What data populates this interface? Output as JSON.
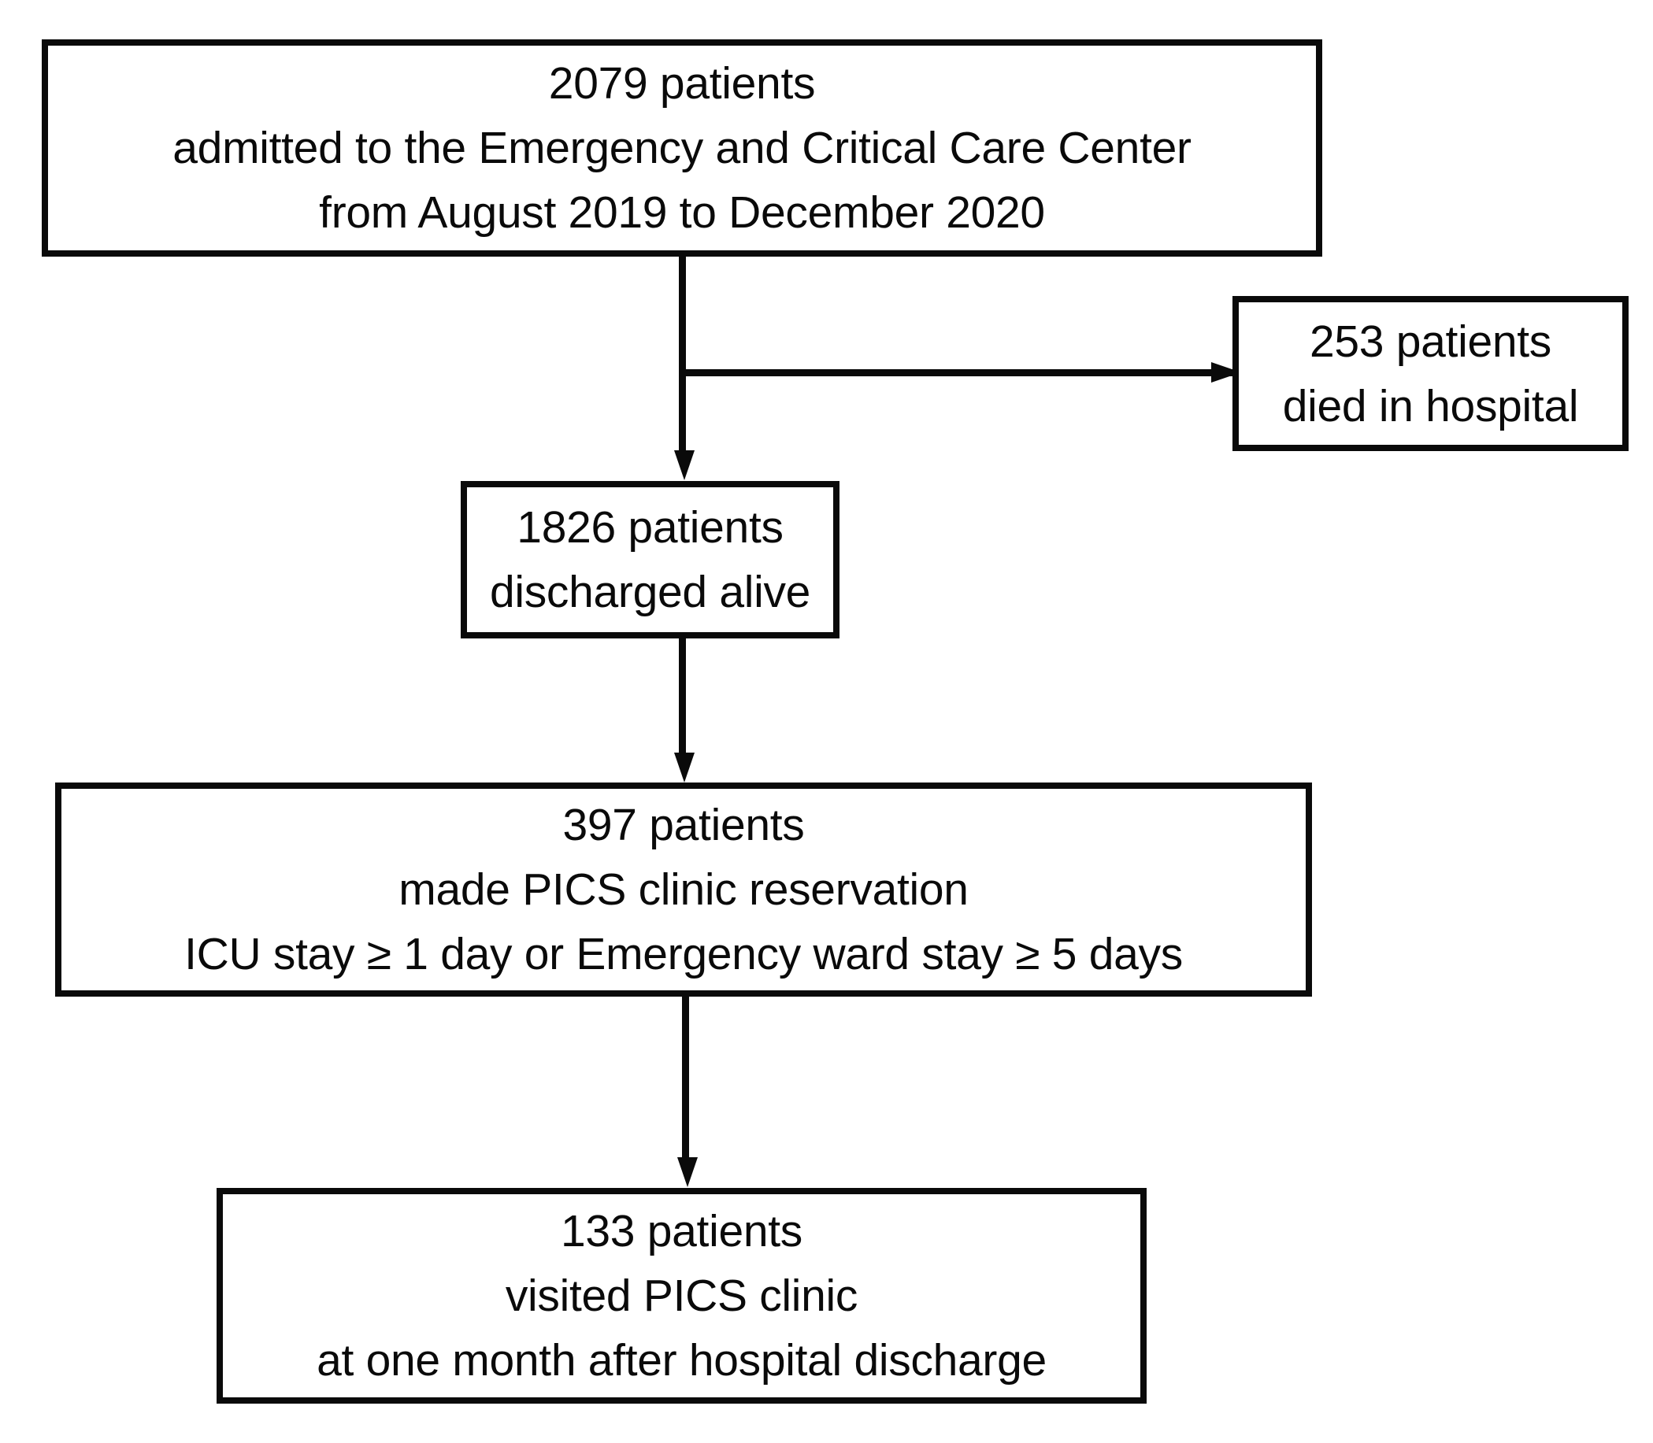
{
  "diagram": {
    "type": "patient-flow-flowchart",
    "orientation": "top-to-bottom",
    "colors": {
      "background": "#ffffff",
      "stroke": "#0a0a0a",
      "text": "#0a0a0a"
    },
    "nodes": [
      {
        "id": "admitted",
        "count": "2079 patients",
        "lines": [
          "2079 patients",
          "admitted to the Emergency and Critical Care Center",
          "from August 2019 to December 2020"
        ]
      },
      {
        "id": "died",
        "count": "253 patients",
        "lines": [
          "253 patients",
          "died in hospital"
        ]
      },
      {
        "id": "discharged",
        "count": "1826 patients",
        "lines": [
          "1826 patients",
          "discharged alive"
        ]
      },
      {
        "id": "reserved",
        "count": "397 patients",
        "lines": [
          "397 patients",
          "made PICS clinic reservation",
          "ICU stay ≥ 1 day or Emergency ward stay ≥ 5 days"
        ]
      },
      {
        "id": "visited",
        "count": "133 patients",
        "lines": [
          "133 patients",
          "visited PICS clinic",
          "at one month after hospital discharge"
        ]
      }
    ],
    "edges": [
      {
        "from": "admitted",
        "to": "discharged",
        "direction": "down"
      },
      {
        "from": "admitted",
        "to": "died",
        "direction": "right"
      },
      {
        "from": "discharged",
        "to": "reserved",
        "direction": "down"
      },
      {
        "from": "reserved",
        "to": "visited",
        "direction": "down"
      }
    ]
  }
}
